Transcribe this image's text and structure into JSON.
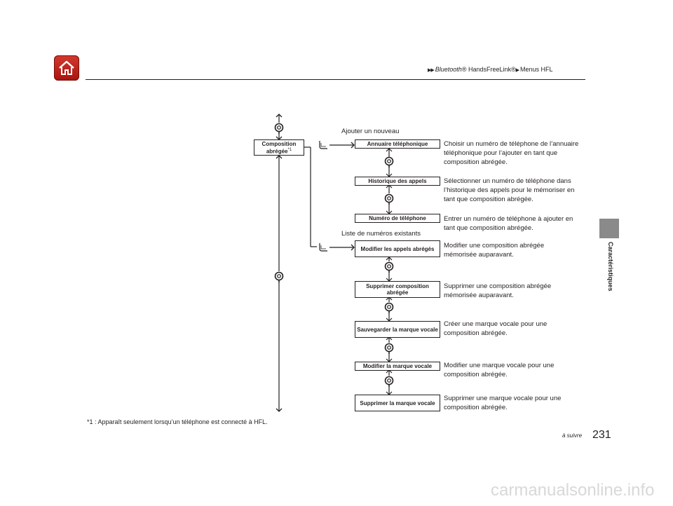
{
  "header": {
    "breadcrumb_part1": "Bluetooth",
    "breadcrumb_part1_suffix": "® HandsFreeLink®",
    "breadcrumb_part2": "Menus HFL",
    "home_icon": "home-icon"
  },
  "sidebar": {
    "section_label": "Caractéristiques"
  },
  "diagram": {
    "root": {
      "label": "Composition abrégée",
      "note_mark": "*1"
    },
    "branch_add_label": "Ajouter un nouveau",
    "branch_edit_label": "Liste de numéros existants",
    "items": [
      {
        "label": "Annuaire téléphonique",
        "description": "Choisir un numéro de téléphone de l’annuaire téléphonique pour l’ajouter en tant que composition abrégée."
      },
      {
        "label": "Historique des appels",
        "description": "Sélectionner un numéro de téléphone dans l’historique des appels pour le mémoriser en tant que composition abrégée."
      },
      {
        "label": "Numéro de téléphone",
        "description": "Entrer un numéro de téléphone à ajouter en tant que composition abrégée."
      },
      {
        "label": "Modifier les appels abrégés",
        "description": "Modifier une composition abrégée mémorisée auparavant."
      },
      {
        "label": "Supprimer composition abrégée",
        "description": "Supprimer une composition abrégée mémorisée auparavant."
      },
      {
        "label": "Sauvegarder la marque vocale",
        "description": "Créer une marque vocale pour une composition abrégée."
      },
      {
        "label": "Modifier la marque vocale",
        "description": "Modifier une marque vocale pour une composition abrégée."
      },
      {
        "label": "Supprimer la marque vocale",
        "description": "Supprimer une marque vocale pour une composition abrégée."
      }
    ]
  },
  "footer": {
    "footnote": "*1 : Apparaît seulement lorsqu’un téléphone est connecté à HFL.",
    "continue_label": "à suivre",
    "page_number": "231",
    "watermark": "carmanualsonline.info"
  }
}
